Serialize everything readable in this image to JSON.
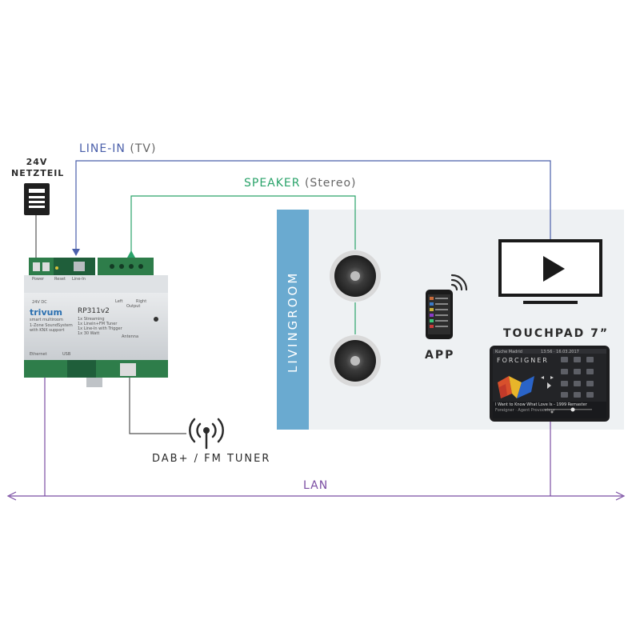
{
  "labels": {
    "line_in": "LINE-IN",
    "line_in_paren": "(TV)",
    "speaker": "SPEAKER",
    "speaker_paren": "(Stereo)",
    "psu_line1": "24V",
    "psu_line2": "NETZTEIL",
    "livingroom": "LIVINGROOM",
    "app": "APP",
    "touchpad": "TOUCHPAD 7”",
    "tuner": "DAB+ / FM TUNER",
    "lan": "LAN"
  },
  "device": {
    "brand": "trivum",
    "brand_sub": "smart multiroom",
    "model": "RP311v2",
    "desc1": "1-Zone SoundSystem",
    "desc2": "with KNX support",
    "specs": [
      "1x Streaming",
      "1x Linein+FM Tuner",
      "1x Line-In with Trigger",
      "1x 30 Watt"
    ],
    "port_power": "Power",
    "port_24v": "24V DC",
    "port_reset": "Reset",
    "port_linein": "Line-In",
    "port_left": "Left",
    "port_right": "Right",
    "port_output": "Output",
    "port_ethernet": "Ethernet",
    "port_usb": "USB",
    "port_antenna": "Antenna"
  },
  "touchpad_screen": {
    "header_left": "Kuche Madrid",
    "header_right": "13:56 · 16.03.2017",
    "album": "FORCIGNER",
    "track": "I Want to Know What Love Is - 1999 Remaster",
    "artist": "Foreigner · Agent Provocateur"
  },
  "colors": {
    "line_in": "#4a5faa",
    "speaker": "#2aa36a",
    "lan": "#7b4ea3",
    "room_bg": "#eef1f3",
    "room_band": "#6aaad0",
    "connector": "#2e7d4a"
  }
}
